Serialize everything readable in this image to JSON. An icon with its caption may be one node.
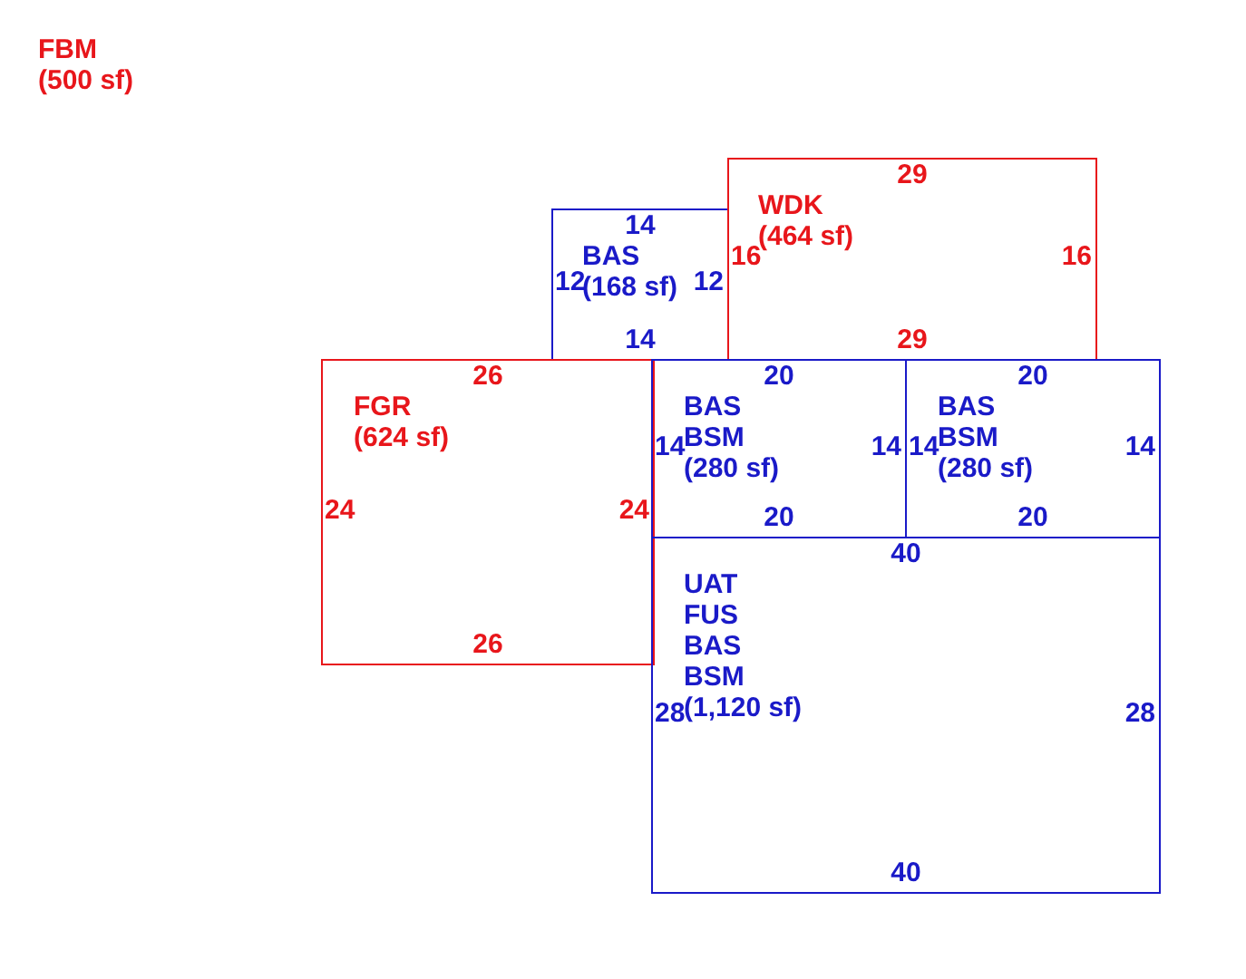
{
  "diagram": {
    "nodes": [
      {
        "text": [
          "14",
          "BAS",
          "(168 sf)",
          "12",
          "12",
          "14"
        ]
      },
      {
        "text": [
          "29",
          "WDK",
          "(464 sf)",
          "16",
          "16",
          "29"
        ]
      },
      {
        "text": [
          "26",
          "FGR",
          "(624 sf)",
          "24",
          "24",
          "26"
        ]
      },
      {
        "text": [
          "20",
          "BAS",
          "BSM",
          "(280 sf)",
          "14",
          "14",
          "20"
        ]
      },
      {
        "text": [
          "20",
          "BAS",
          "BSM",
          "(280 sf)",
          "14",
          "14",
          "20"
        ]
      },
      {
        "text": [
          "40",
          "UAT",
          "FUS",
          "BAS",
          "BSM",
          "(1,120 sf)",
          "28",
          "28",
          "40"
        ]
      }
    ],
    "edges": [],
    "labels": [
      "FBM",
      "(500 sf)"
    ]
  }
}
